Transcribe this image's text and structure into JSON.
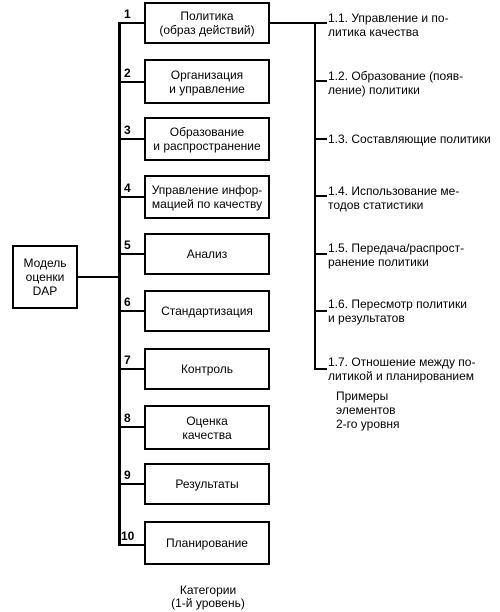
{
  "model_box": {
    "text": "Модель\nоценки\nDAP"
  },
  "categories": [
    {
      "num": "1",
      "text": "Политика\n(образ действий)"
    },
    {
      "num": "2",
      "text": "Организация\nи управление"
    },
    {
      "num": "3",
      "text": "Образование\nи распространение"
    },
    {
      "num": "4",
      "text": "Управление инфор-\nмацией по качеству"
    },
    {
      "num": "5",
      "text": "Анализ"
    },
    {
      "num": "6",
      "text": "Стандартизация"
    },
    {
      "num": "7",
      "text": "Контроль"
    },
    {
      "num": "8",
      "text": "Оценка\nкачества"
    },
    {
      "num": "9",
      "text": "Результаты"
    },
    {
      "num": "10",
      "text": "Планирование"
    }
  ],
  "subitems": [
    {
      "text": "1.1. Управление и по-\nлитика качества"
    },
    {
      "text": "1.2. Образование (появ-\nление) политики"
    },
    {
      "text": "1.3. Составляющие политики"
    },
    {
      "text": "1.4. Использование ме-\nтодов статистики"
    },
    {
      "text": "1.5. Передача/распрост-\nранение политики"
    },
    {
      "text": "1.6. Пересмотр политики\nи результатов"
    },
    {
      "text": "1.7. Отношение между по-\nлитикой и планированием"
    }
  ],
  "examples_label": "Примеры\nэлементов\n2-го уровня",
  "categories_label": "Категории\n(1-й уровень)"
}
